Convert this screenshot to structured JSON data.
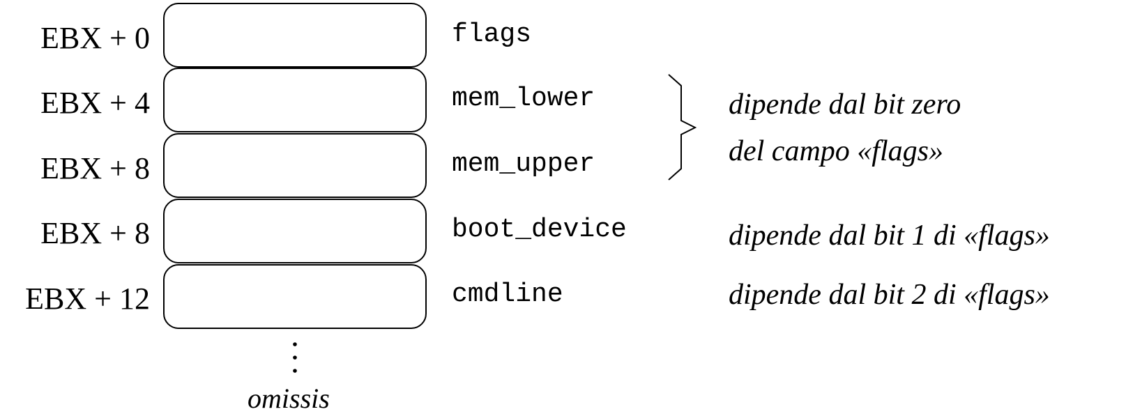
{
  "rows": [
    {
      "offset": "EBX + 0",
      "field": "flags"
    },
    {
      "offset": "EBX + 4",
      "field": "mem_lower"
    },
    {
      "offset": "EBX + 8",
      "field": "mem_upper"
    },
    {
      "offset": "EBX + 8",
      "field": "boot_device"
    },
    {
      "offset": "EBX + 12",
      "field": "cmdline"
    }
  ],
  "notes": {
    "mem_group_line1": "dipende dal bit zero",
    "mem_group_line2": "del campo «flags»",
    "boot_device": "dipende dal bit 1 di «flags»",
    "cmdline": "dipende dal bit 2 di «flags»"
  },
  "continuation": {
    "label": "omissis"
  }
}
